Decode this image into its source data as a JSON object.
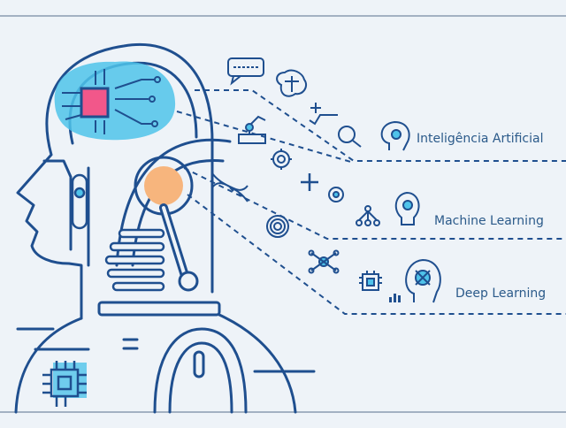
{
  "topics": {
    "ai": "Inteligência Artificial",
    "ml": "Machine Learning",
    "dl": "Deep Learning"
  },
  "colors": {
    "background": "#eef3f8",
    "line": "#1f4f8f",
    "accent_blue": "#4fc3ea",
    "chip_pink": "#f2578a",
    "eye_orange": "#f7b57d",
    "label_text": "#2b5a8a"
  },
  "icons": [
    "chat-bubble-icon",
    "brain-icon",
    "robot-arm-icon",
    "plus-icon",
    "square-root-icon",
    "magnifier-icon",
    "head-gear-icon",
    "gear-icon",
    "dna-icon",
    "cog-ring-icon",
    "network-tree-icon",
    "lightbulb-gear-icon",
    "fingerprint-icon",
    "network-hub-icon",
    "chip-icon",
    "bar-chart-icon",
    "head-circuit-icon"
  ]
}
